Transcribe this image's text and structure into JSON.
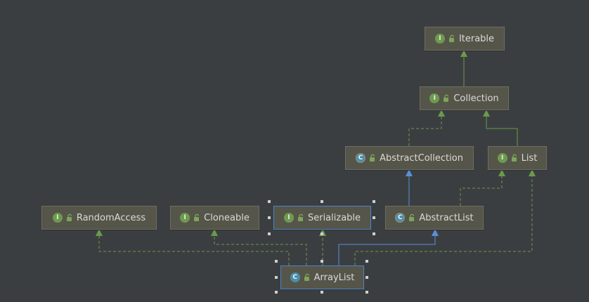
{
  "diagram": {
    "nodes": {
      "iterable": {
        "label": "Iterable",
        "kind": "interface",
        "kind_letter": "I"
      },
      "collection": {
        "label": "Collection",
        "kind": "interface",
        "kind_letter": "I"
      },
      "abstract_collection": {
        "label": "AbstractCollection",
        "kind": "abstract-class",
        "kind_letter": "C"
      },
      "list": {
        "label": "List",
        "kind": "interface",
        "kind_letter": "I"
      },
      "random_access": {
        "label": "RandomAccess",
        "kind": "interface",
        "kind_letter": "I"
      },
      "cloneable": {
        "label": "Cloneable",
        "kind": "interface",
        "kind_letter": "I"
      },
      "serializable": {
        "label": "Serializable",
        "kind": "interface",
        "kind_letter": "I"
      },
      "abstract_list": {
        "label": "AbstractList",
        "kind": "abstract-class",
        "kind_letter": "C"
      },
      "array_list": {
        "label": "ArrayList",
        "kind": "class",
        "kind_letter": "C"
      }
    },
    "colors": {
      "background": "#3b3e41",
      "node_fill": "#56554a",
      "node_border": "#6e6d62",
      "interface_badge": "#6e9a4f",
      "class_badge": "#4a8fa8",
      "implements_edge": "#6a9a4a",
      "extends_edge": "#5b8fd6",
      "selection": "#4d84c6"
    }
  }
}
